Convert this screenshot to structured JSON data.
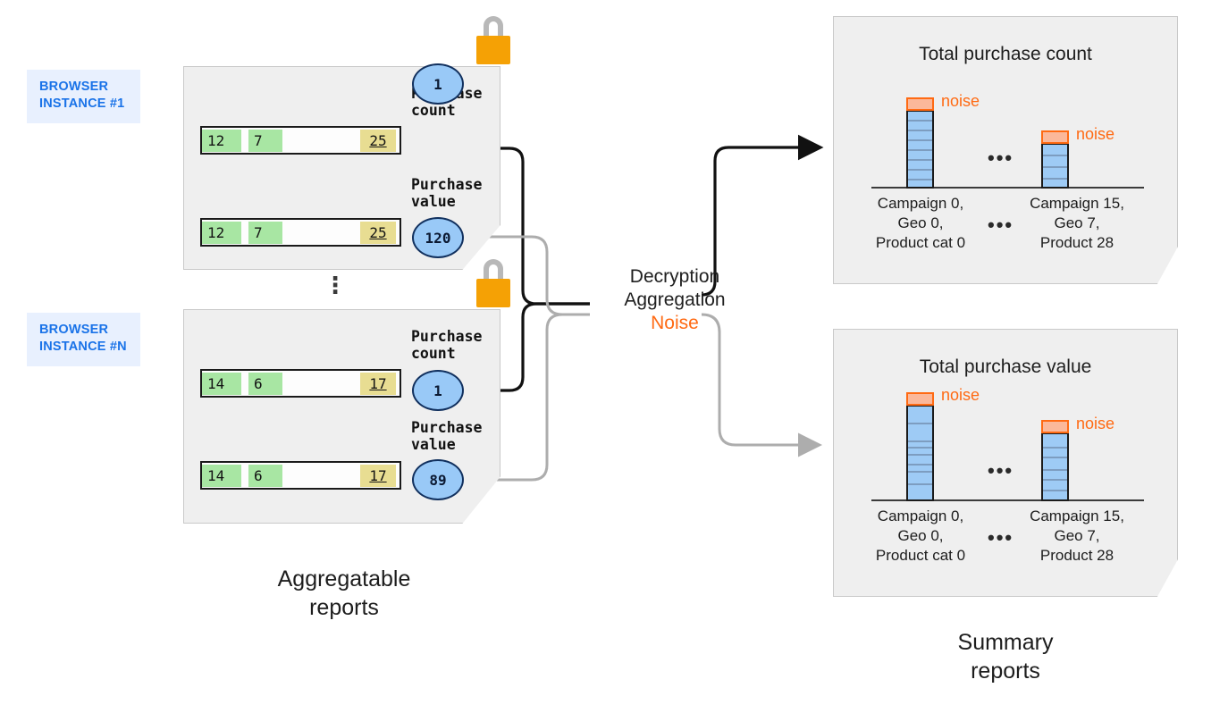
{
  "diagram": {
    "title_left": "Aggregatable\nreports",
    "title_right": "Summary\nreports",
    "caption_left_line1": "Aggregatable",
    "caption_left_line2": "reports",
    "caption_right_line1": "Summary",
    "caption_right_line2": "reports",
    "vertical_ellipsis": "⋮",
    "horizontal_ellipsis": "•••"
  },
  "colors": {
    "accent_blue": "#1a73e8",
    "badge_bg": "#e8f0fe",
    "panel_bg": "#efefef",
    "bubble_fill": "#99c9f7",
    "bubble_stroke": "#11305e",
    "cell_green": "#a8e6a3",
    "cell_yellow": "#e8dd92",
    "lock_body": "#f5a105",
    "lock_shackle": "#b8b8b8",
    "noise_orange": "#ff6a13",
    "noise_fill": "#fbb89a",
    "bar_blue": "#9ecbf5",
    "bar_stroke": "#1b1b1b",
    "arrow_dark": "#111111",
    "arrow_gray": "#adadad"
  },
  "instances": [
    {
      "badge_line1": "BROWSER",
      "badge_line2": "INSTANCE #1",
      "lock_icon": "lock-icon",
      "metrics": [
        {
          "label_line1": "Purchase",
          "label_line2": "count",
          "bubble_value": "1",
          "row": {
            "key1": "12",
            "key2": "7",
            "key3": "25"
          }
        },
        {
          "label_line1": "Purchase",
          "label_line2": "value",
          "bubble_value": "120",
          "row": {
            "key1": "12",
            "key2": "7",
            "key3": "25"
          }
        }
      ]
    },
    {
      "badge_line1": "BROWSER",
      "badge_line2": "INSTANCE #N",
      "lock_icon": "lock-icon",
      "metrics": [
        {
          "label_line1": "Purchase",
          "label_line2": "count",
          "bubble_value": "1",
          "row": {
            "key1": "14",
            "key2": "6",
            "key3": "17"
          }
        },
        {
          "label_line1": "Purchase",
          "label_line2": "value",
          "bubble_value": "89",
          "row": {
            "key1": "14",
            "key2": "6",
            "key3": "17"
          }
        }
      ]
    }
  ],
  "processing": {
    "line1": "Decryption",
    "line2": "Aggregation",
    "line3": "Noise"
  },
  "chart_data": [
    {
      "type": "bar",
      "title": "Total purchase count",
      "categories": [
        "Campaign 0,\nGeo 0,\nProduct cat 0",
        "Campaign 15,\nGeo 7,\nProduct 28"
      ],
      "category_lines": [
        [
          "Campaign 0,",
          "Geo 0,",
          "Product cat 0"
        ],
        [
          "Campaign 15,",
          "Geo 7,",
          "Product 28"
        ]
      ],
      "values": [
        100,
        56
      ],
      "noise_values": [
        11,
        11
      ],
      "noise_label": "noise",
      "segments": [
        [
          12,
          24,
          36,
          48,
          60,
          72,
          84
        ],
        [
          14,
          28,
          42
        ]
      ],
      "xlabel": "",
      "ylabel": "",
      "ylim": [
        0,
        130
      ],
      "grid": false,
      "legend": "none"
    },
    {
      "type": "bar",
      "title": "Total purchase value",
      "categories": [
        "Campaign 0,\nGeo 0,\nProduct cat 0",
        "Campaign 15,\nGeo 7,\nProduct 28"
      ],
      "category_lines": [
        [
          "Campaign 0,",
          "Geo 0,",
          "Product cat 0"
        ],
        [
          "Campaign 15,",
          "Geo 7,",
          "Product 28"
        ]
      ],
      "values": [
        118,
        82
      ],
      "noise_values": [
        11,
        11
      ],
      "noise_label": "noise",
      "segments": [
        [
          22,
          44,
          50,
          58,
          70,
          78,
          92
        ],
        [
          18,
          30,
          46,
          58,
          70
        ]
      ],
      "xlabel": "",
      "ylabel": "",
      "ylim": [
        0,
        130
      ],
      "grid": false,
      "legend": "none"
    }
  ]
}
